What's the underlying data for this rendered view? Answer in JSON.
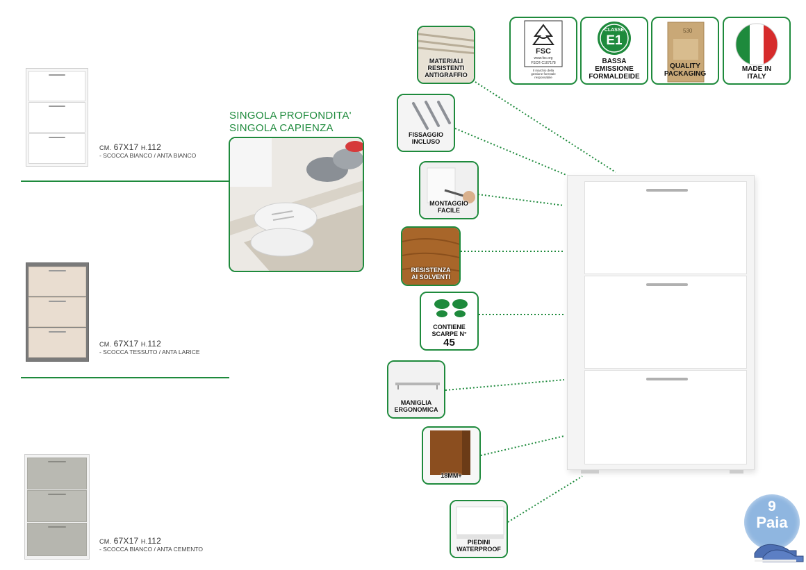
{
  "feature_title": {
    "line1": "SINGOLA PROFONDITA'",
    "line2": "SINGOLA CAPIENZA"
  },
  "products": [
    {
      "dims_cm": "CM.",
      "dims_val": "67X17",
      "dims_h": "H.",
      "dims_hval": "112",
      "scocca_label": "- SCOCCA",
      "scocca": "BIANCO",
      "anta_label": "/ ANTA",
      "anta": "BIANCO"
    },
    {
      "dims_cm": "CM.",
      "dims_val": "67X17",
      "dims_h": "H.",
      "dims_hval": "112",
      "scocca_label": "- SCOCCA",
      "scocca": "TESSUTO",
      "anta_label": "/ ANTA",
      "anta": "LARICE"
    },
    {
      "dims_cm": "CM.",
      "dims_val": "67X17",
      "dims_h": "H.",
      "dims_hval": "112",
      "scocca_label": "- SCOCCA",
      "scocca": "BIANCO",
      "anta_label": "/ ANTA",
      "anta": "CEMENTO"
    }
  ],
  "certifications": [
    {
      "line1": "",
      "line2": "",
      "fsc_text": "FSC",
      "fsc_url": "www.fsc.org",
      "fsc_code": "FSC® C107178",
      "fsc_note": "Il marchio della gestione forestale responsabile"
    },
    {
      "line1": "BASSA",
      "line2": "EMISSIONE",
      "line3": "FORMALDEIDE",
      "classe": "CLASSE",
      "e1": "E1"
    },
    {
      "line1": "QUALITY",
      "line2": "PACKAGING",
      "box_code": "530"
    },
    {
      "line1": "MADE IN",
      "line2": "ITALY"
    }
  ],
  "features": [
    {
      "line1": "MATERIALI",
      "line2": "RESISTENTI",
      "line3": "ANTIGRAFFIO"
    },
    {
      "line1": "FISSAGGIO",
      "line2": "INCLUSO"
    },
    {
      "line1": "MONTAGGIO",
      "line2": "FACILE"
    },
    {
      "line1": "RESISTENZA",
      "line2": "AI SOLVENTI"
    },
    {
      "line1": "CONTIENE",
      "line2": "SCARPE N°",
      "line3": "45"
    },
    {
      "line1": "MANIGLIA",
      "line2": "ERGONOMICA"
    },
    {
      "line1": "18MM+"
    },
    {
      "line1": "PIEDINI",
      "line2": "WATERPROOF"
    }
  ],
  "capacity": {
    "number": "9",
    "unit": "Paia"
  },
  "colors": {
    "accent": "#1e8a3c",
    "capacity_badge": "#8fb6e0",
    "tessuto": "#7a7a7a",
    "larice": "#e9ddd0",
    "cemento": "#b9b9b2",
    "wood": "#a8662a"
  }
}
